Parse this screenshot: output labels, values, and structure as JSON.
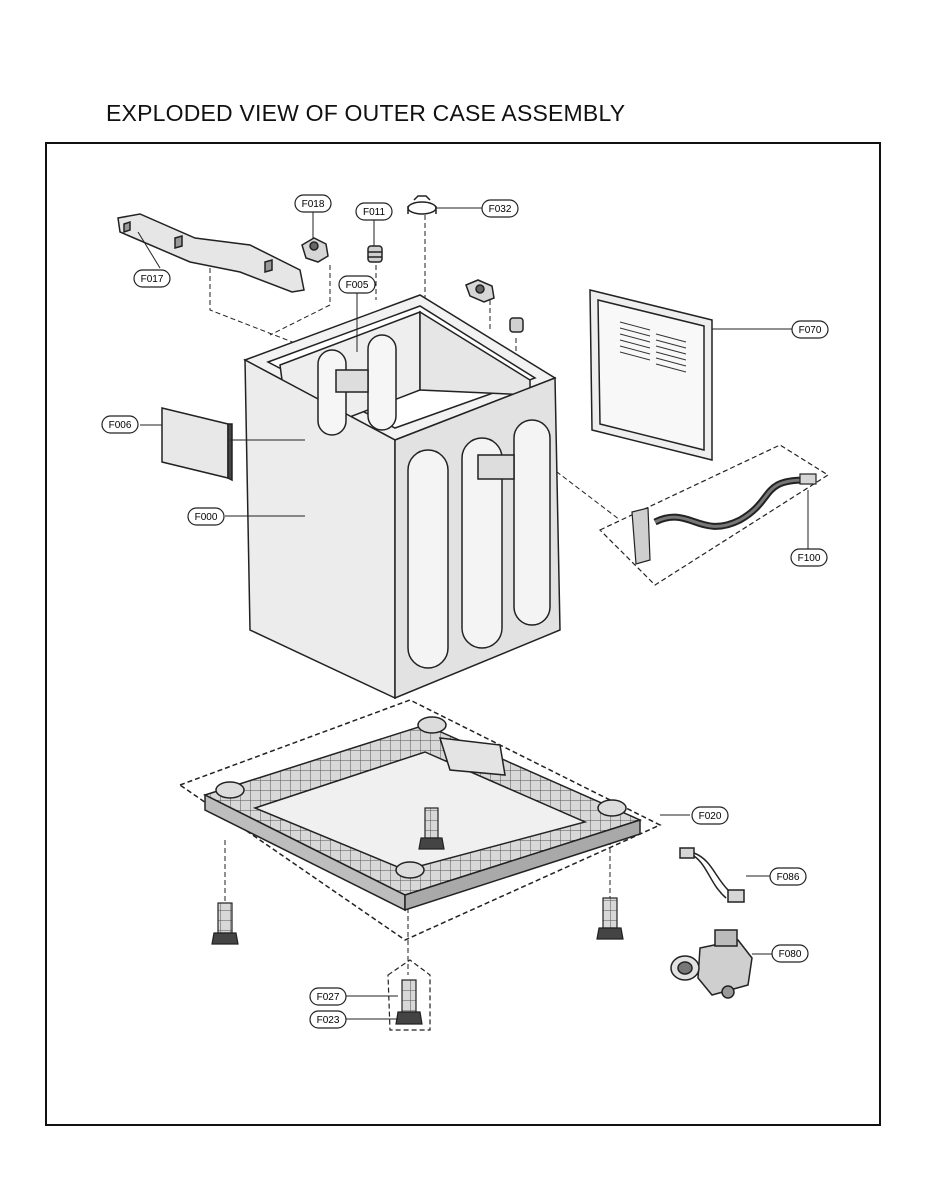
{
  "title": "EXPLODED VIEW OF OUTER CASE ASSEMBLY",
  "labels": {
    "F018": "F018",
    "F011": "F011",
    "F032": "F032",
    "F017": "F017",
    "F005": "F005",
    "F070": "F070",
    "F006": "F006",
    "F000": "F000",
    "F100": "F100",
    "F020": "F020",
    "F086": "F086",
    "F080": "F080",
    "F027": "F027",
    "F023": "F023"
  },
  "colors": {
    "line": "#111111",
    "fill_light": "#e9e9e9",
    "fill_mid": "#cfcfcf",
    "fill_dark": "#3a3a3a"
  }
}
